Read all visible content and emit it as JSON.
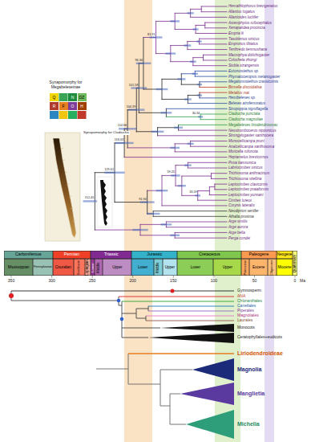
{
  "diagram": {
    "nodes": [
      {
        "text": [
          "Q"
        ]
      },
      {
        "text": [
          "N"
        ]
      },
      {
        "text": [
          "DZ"
        ]
      },
      {
        "text": [
          "R"
        ]
      },
      {
        "text": [
          "F"
        ]
      },
      {
        "text": [
          "O"
        ]
      },
      {
        "text": [
          "H"
        ]
      },
      {
        "text": [
          "Carboniferous"
        ]
      },
      {
        "text": [
          "Permian"
        ]
      },
      {
        "text": [
          "Triassic"
        ]
      },
      {
        "text": [
          "Jurassic"
        ]
      },
      {
        "text": [
          "Cretaceous"
        ]
      },
      {
        "text": [
          "Paleogene"
        ]
      },
      {
        "text": [
          "Neogene"
        ]
      },
      {
        "text": [
          "Quaternary"
        ]
      },
      {
        "text": [
          "Mississippian"
        ]
      },
      {
        "text": [
          "Pennsylvanian"
        ]
      },
      {
        "text": [
          "Cisuralian"
        ]
      },
      {
        "text": [
          "Guadalupian"
        ]
      },
      {
        "text": [
          "Lopingian"
        ]
      },
      {
        "text": [
          "Lower"
        ]
      },
      {
        "text": [
          "Middle"
        ]
      },
      {
        "text": [
          "Upper"
        ]
      },
      {
        "text": [
          "Lower"
        ]
      },
      {
        "text": [
          "Middle"
        ]
      },
      {
        "text": [
          "Upper"
        ]
      },
      {
        "text": [
          "Lower"
        ]
      },
      {
        "text": [
          "Upper"
        ]
      },
      {
        "text": [
          "Paleocene"
        ]
      },
      {
        "text": [
          "Eocene"
        ]
      },
      {
        "text": [
          "Oligocene"
        ]
      },
      {
        "text": [
          "Miocene"
        ]
      }
    ],
    "labels": [
      "Hemathlophorus brevigenatus",
      "Allantus togatus",
      "Allantoides luctifer",
      "Asiemphytus rufocephalus",
      "Xenapatidea procincta",
      "Empria lii",
      "Taxoblenus sinicus",
      "Empronus tibiatus",
      "Tenthredo tienmushana",
      "Macrophya dolichogaster",
      "Colochela zhongi",
      "Siobla xizangensis",
      "Eutomostethus sp.",
      "Phymatoceropsis melanogaster",
      "Megatomostethus crassicornis",
      "Birmella discoidalisa",
      "Metallus mai",
      "Hemibeleses sp.",
      "Beleses atrofemoratus",
      "Sinopoppia nigroflagella",
      "Cladiucha punctata",
      "Cladiucha magnoliae",
      "Megabeleses liriodendrovorax",
      "Neostromboceros nipponicus",
      "Strongylogaster xanthocera",
      "Monocellicampa pruni",
      "Analcellicampa xanthosoma",
      "Moricella rufonota",
      "Heptamelus brevicornus",
      "Proia tianmunica",
      "Labriocimbex sinicus",
      "Trichiosoma anthracinum",
      "Trichiosoma vitellina",
      "Leptocimbex clavicornis",
      "Leptocimbex praiaformis",
      "Leptocimbex yunnani",
      "Cimbex luteus",
      "Corynis lateralis",
      "Neodiprion sertifer",
      "Athalia proxima",
      "Arge similis",
      "Arge aurora",
      "Arge bella",
      "Perga condei",
      "152.45",
      "129.61",
      "118.43",
      "114.66",
      "104.39",
      "101.58",
      "96.34",
      "91.94",
      "81.91",
      "59.25",
      "33.59",
      "30.34",
      "Synapomorphy for Megabeleseinae",
      "Synapomorphy for Cladiucha",
      "350",
      "300",
      "250",
      "200",
      "150",
      "100",
      "50",
      "0",
      "Ma",
      "Gymnosperm",
      "ANA",
      "Chloranthales",
      "Canellales",
      "Piperales",
      "Magnoliales",
      "Laurales",
      "Monocots",
      "Ceratophyllales+eudicots",
      "Liriodendroideae",
      "Magnolia",
      "Manglietia",
      "Michelia"
    ]
  }
}
